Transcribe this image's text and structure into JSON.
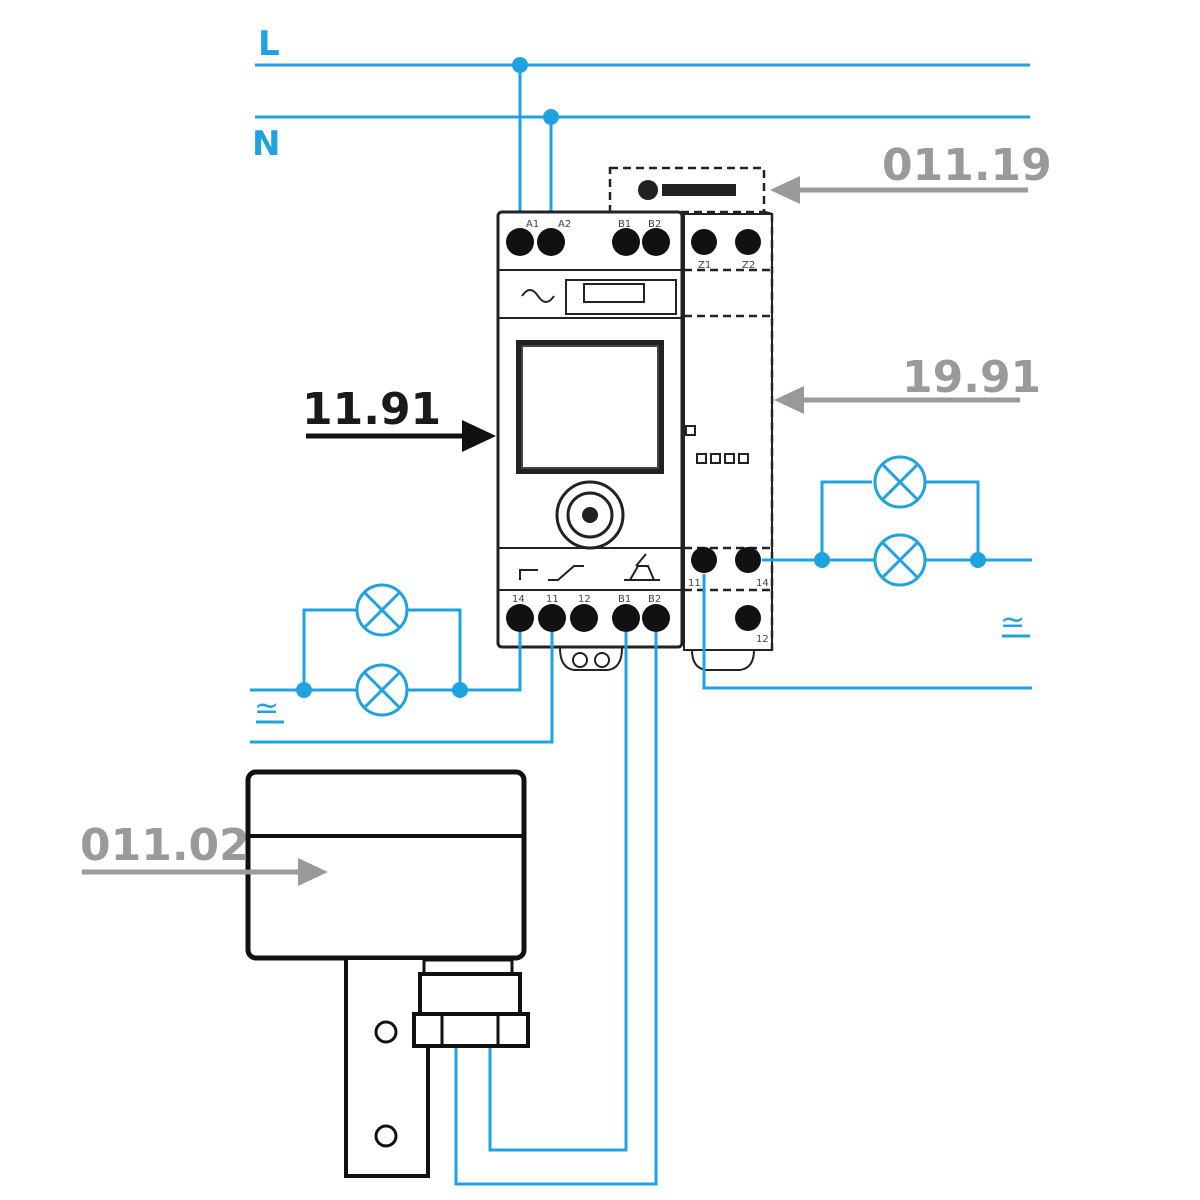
{
  "lines": {
    "live_label": "L",
    "neutral_label": "N"
  },
  "devices": {
    "main_unit": "11.91",
    "expansion_module": "19.91",
    "label_accessory": "011.19",
    "light_sensor": "011.02"
  },
  "terminals": {
    "top_main": [
      "A1",
      "A2"
    ],
    "top_right": [
      "B1",
      "B2"
    ],
    "module_top": [
      "Z1",
      "Z2"
    ],
    "bottom_main": [
      "14",
      "11",
      "12",
      "B1",
      "B2"
    ],
    "module_bottom": [
      "11",
      "14",
      "12"
    ]
  },
  "supply_symbol": "≃",
  "colors": {
    "wire": "#1fa3e0",
    "label_grey": "#9a9a9a",
    "label_black": "#1a1a1a"
  }
}
